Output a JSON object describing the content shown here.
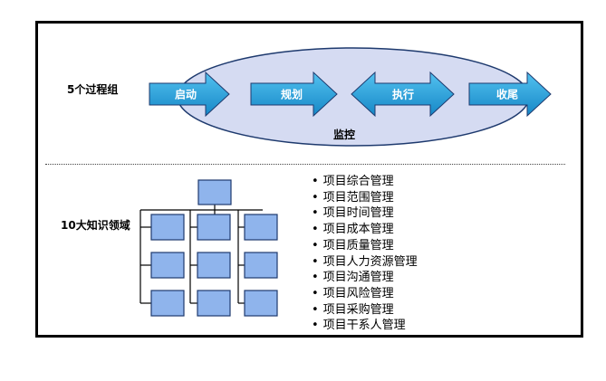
{
  "process_groups": {
    "label": "5个过程组",
    "steps": [
      "启动",
      "规划",
      "执行",
      "收尾"
    ],
    "monitor_label": "监控"
  },
  "knowledge_areas": {
    "label": "10大知识领域",
    "items": [
      "项目综合管理",
      "项目范围管理",
      "项目时间管理",
      "项目成本管理",
      "项目质量管理",
      "项目人力资源管理",
      "项目沟通管理",
      "项目风险管理",
      "项目采购管理",
      "项目干系人管理"
    ]
  },
  "colors": {
    "arrow_fill": "#1e9bd7",
    "ellipse_fill": "#d5dbf2",
    "box_fill": "#8fb4ec",
    "border": "#1e3a6e"
  }
}
